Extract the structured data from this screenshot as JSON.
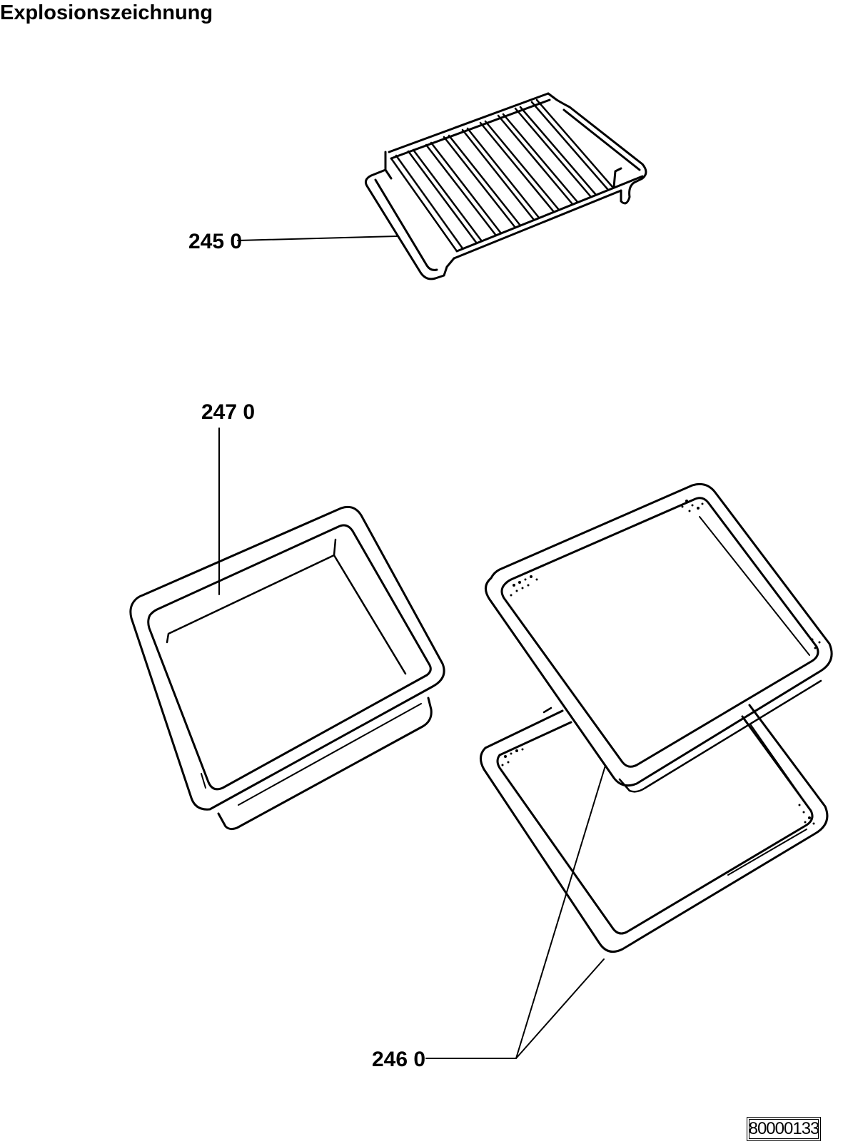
{
  "page": {
    "title": "Explosionszeichnung",
    "doc_number": "80000133"
  },
  "parts": [
    {
      "id": "rack",
      "label": "245 0",
      "name": "oven-rack"
    },
    {
      "id": "deep-tray",
      "label": "247 0",
      "name": "deep-baking-tray"
    },
    {
      "id": "flat-trays",
      "label": "246 0",
      "name": "flat-baking-trays"
    }
  ]
}
